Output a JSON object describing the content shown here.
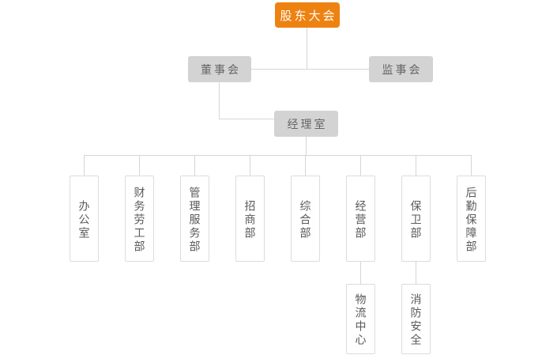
{
  "org": {
    "root": {
      "label": "股东大会"
    },
    "level2": [
      {
        "label": "董事会"
      },
      {
        "label": "监事会"
      }
    ],
    "level3": [
      {
        "label": "经理室"
      }
    ],
    "departments": [
      {
        "label": "办公室"
      },
      {
        "label": "财务劳工部"
      },
      {
        "label": "管理服务部"
      },
      {
        "label": "招商部"
      },
      {
        "label": "综合部"
      },
      {
        "label": "经营部"
      },
      {
        "label": "保卫部"
      },
      {
        "label": "后勤保障部"
      }
    ],
    "sub_departments": [
      {
        "label": "物流中心",
        "parent": "经营部"
      },
      {
        "label": "消防安全",
        "parent": "保卫部"
      }
    ],
    "colors": {
      "root_bg": "#ee8211",
      "root_text": "#ffffff",
      "committee_bg": "#d3d3d3",
      "committee_text": "#666666",
      "dept_bg": "#ffffff",
      "dept_border": "#dcdcdc",
      "dept_text": "#595959",
      "connector": "#d5d5d5",
      "background": "#ffffff"
    }
  }
}
